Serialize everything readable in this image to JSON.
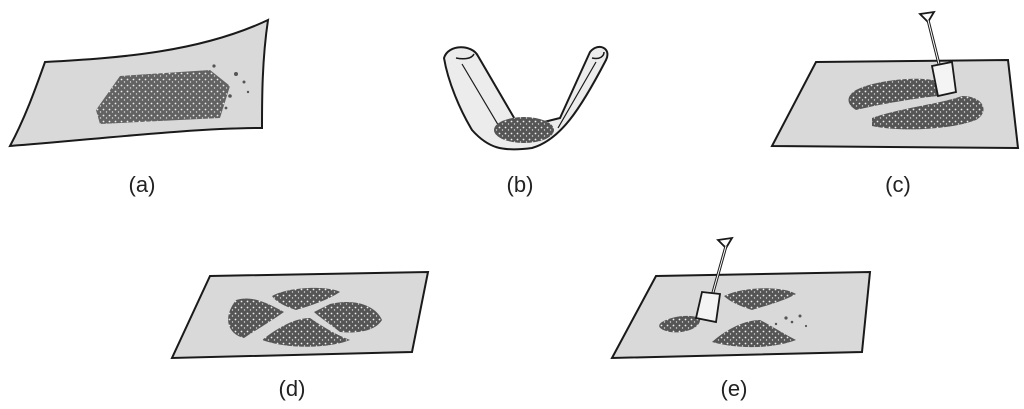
{
  "figure": {
    "panels": [
      {
        "id": "a",
        "label": "(a)",
        "step": "spread sample on sheet"
      },
      {
        "id": "b",
        "label": "(b)",
        "step": "fold corners to mix"
      },
      {
        "id": "c",
        "label": "(c)",
        "step": "divide pile in two with shovel"
      },
      {
        "id": "d",
        "label": "(d)",
        "step": "divide into quarters"
      },
      {
        "id": "e",
        "label": "(e)",
        "step": "remove opposite quarters"
      }
    ],
    "colors": {
      "sheet_fill": "#d9d9d9",
      "outline": "#1a1a1a",
      "material": "#5a5a5a",
      "speckle": "#f2f2f2"
    }
  }
}
